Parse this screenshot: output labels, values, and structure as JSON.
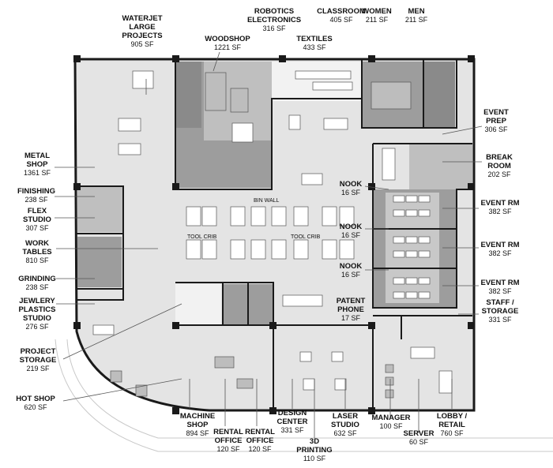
{
  "colors": {
    "workshop": "#e4e4e4",
    "dark_room": "#9d9d9d",
    "mid_room": "#bfbfbf",
    "wall": "#1a1a1a",
    "background": "#ffffff"
  },
  "rooms": [
    {
      "name": "WATERJET LARGE PROJECTS",
      "lines": [
        "WATERJET",
        "LARGE",
        "PROJECTS"
      ],
      "area": "905 SF"
    },
    {
      "name": "WOODSHOP",
      "lines": [
        "WOODSHOP"
      ],
      "area": "1221 SF"
    },
    {
      "name": "ROBOTICS ELECTRONICS",
      "lines": [
        "ROBOTICS",
        "ELECTRONICS"
      ],
      "area": "316 SF"
    },
    {
      "name": "CLASSROOM",
      "lines": [
        "CLASSROOM"
      ],
      "area": "405 SF"
    },
    {
      "name": "TEXTILES",
      "lines": [
        "TEXTILES"
      ],
      "area": "433 SF"
    },
    {
      "name": "WOMEN",
      "lines": [
        "WOMEN"
      ],
      "area": "211 SF"
    },
    {
      "name": "MEN",
      "lines": [
        "MEN"
      ],
      "area": "211 SF"
    },
    {
      "name": "EVENT PREP",
      "lines": [
        "EVENT",
        "PREP"
      ],
      "area": "306 SF"
    },
    {
      "name": "BREAK ROOM",
      "lines": [
        "BREAK",
        "ROOM"
      ],
      "area": "202 SF"
    },
    {
      "name": "EVENT RM",
      "lines": [
        "EVENT RM"
      ],
      "area": "382 SF"
    },
    {
      "name": "EVENT RM",
      "lines": [
        "EVENT RM"
      ],
      "area": "382 SF"
    },
    {
      "name": "EVENT RM",
      "lines": [
        "EVENT RM"
      ],
      "area": "382 SF"
    },
    {
      "name": "STAFF / STORAGE",
      "lines": [
        "STAFF /",
        "STORAGE"
      ],
      "area": "331 SF"
    },
    {
      "name": "NOOK",
      "lines": [
        "NOOK"
      ],
      "area": "16 SF"
    },
    {
      "name": "NOOK",
      "lines": [
        "NOOK"
      ],
      "area": "16 SF"
    },
    {
      "name": "NOOK",
      "lines": [
        "NOOK"
      ],
      "area": "16 SF"
    },
    {
      "name": "PATENT PHONE",
      "lines": [
        "PATENT",
        "PHONE"
      ],
      "area": "17 SF"
    },
    {
      "name": "METAL SHOP",
      "lines": [
        "METAL",
        "SHOP"
      ],
      "area": "1361 SF"
    },
    {
      "name": "FINISHING",
      "lines": [
        "FINISHING"
      ],
      "area": "238 SF"
    },
    {
      "name": "FLEX STUDIO",
      "lines": [
        "FLEX",
        "STUDIO"
      ],
      "area": "307 SF"
    },
    {
      "name": "WORK TABLES",
      "lines": [
        "WORK",
        "TABLES"
      ],
      "area": "810 SF"
    },
    {
      "name": "GRINDING",
      "lines": [
        "GRINDING"
      ],
      "area": "238 SF"
    },
    {
      "name": "JEWLERY PLASTICS STUDIO",
      "lines": [
        "JEWLERY",
        "PLASTICS",
        "STUDIO"
      ],
      "area": "276 SF"
    },
    {
      "name": "PROJECT STORAGE",
      "lines": [
        "PROJECT",
        "STORAGE"
      ],
      "area": "219 SF"
    },
    {
      "name": "HOT SHOP",
      "lines": [
        "HOT SHOP"
      ],
      "area": "620 SF"
    },
    {
      "name": "MACHINE SHOP",
      "lines": [
        "MACHINE",
        "SHOP"
      ],
      "area": "894 SF"
    },
    {
      "name": "RENTAL OFFICE",
      "lines": [
        "RENTAL",
        "OFFICE"
      ],
      "area": "120 SF"
    },
    {
      "name": "RENTAL OFFICE",
      "lines": [
        "RENTAL",
        "OFFICE"
      ],
      "area": "120 SF"
    },
    {
      "name": "DESIGN CENTER",
      "lines": [
        "DESIGN",
        "CENTER"
      ],
      "area": "331 SF"
    },
    {
      "name": "3D PRINTING",
      "lines": [
        "3D",
        "PRINTING"
      ],
      "area": "110 SF"
    },
    {
      "name": "LASER STUDIO",
      "lines": [
        "LASER",
        "STUDIO"
      ],
      "area": "632 SF"
    },
    {
      "name": "MANAGER",
      "lines": [
        "MANAGER"
      ],
      "area": "100 SF"
    },
    {
      "name": "SERVER",
      "lines": [
        "SERVER"
      ],
      "area": "60 SF"
    },
    {
      "name": "LOBBY / RETAIL",
      "lines": [
        "LOBBY /",
        "RETAIL"
      ],
      "area": "760 SF"
    }
  ],
  "plan_labels": {
    "tool_crib_left": "TOOL CRIB",
    "tool_crib_right": "TOOL CRIB",
    "bin_wall": "BIN WALL"
  }
}
